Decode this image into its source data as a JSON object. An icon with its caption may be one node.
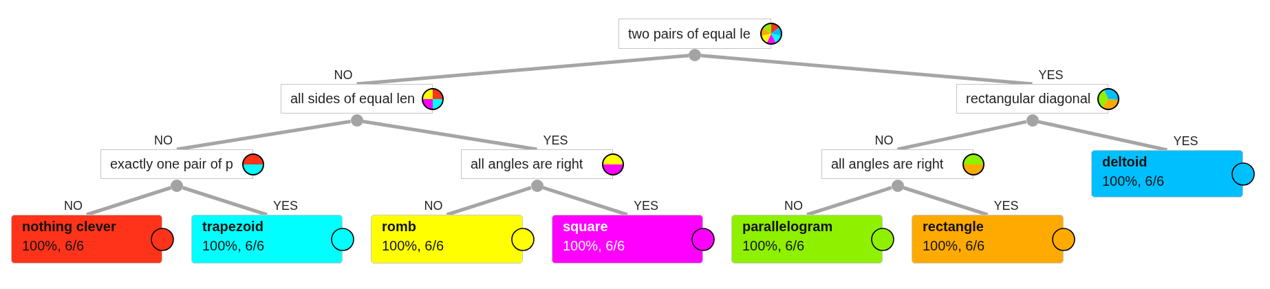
{
  "diagram": {
    "nodes": [
      {
        "text": [
          "two pairs of equal le"
        ]
      },
      {
        "text": [],
        "shape": "circle"
      },
      {
        "text": [
          "all sides of equal len"
        ]
      },
      {
        "text": [
          "rectangular diagonal"
        ]
      },
      {
        "text": [],
        "shape": "circle"
      },
      {
        "text": [],
        "shape": "circle"
      },
      {
        "text": [
          "exactly one pair of p"
        ]
      },
      {
        "text": [
          "all angles are right"
        ]
      },
      {
        "text": [
          "all angles are right"
        ]
      },
      {
        "text": [
          "deltoid",
          "100%, 6/6"
        ]
      },
      {
        "text": [],
        "shape": "circle"
      },
      {
        "text": [],
        "shape": "circle"
      },
      {
        "text": [],
        "shape": "circle"
      },
      {
        "text": [
          "nothing clever",
          "100%, 6/6"
        ]
      },
      {
        "text": [
          "trapezoid",
          "100%, 6/6"
        ]
      },
      {
        "text": [
          "romb",
          "100%, 6/6"
        ]
      },
      {
        "text": [
          "square",
          "100%, 6/6"
        ]
      },
      {
        "text": [
          "parallelogram",
          "100%, 6/6"
        ]
      },
      {
        "text": [
          "rectangle",
          "100%, 6/6"
        ]
      }
    ],
    "edges": [
      {
        "from": 1,
        "to": 2,
        "arrow": "none",
        "label": "NO"
      },
      {
        "from": 1,
        "to": 3,
        "arrow": "none",
        "label": "YES"
      },
      {
        "from": 4,
        "to": 6,
        "arrow": "none",
        "label": "NO"
      },
      {
        "from": 4,
        "to": 7,
        "arrow": "none",
        "label": "YES"
      },
      {
        "from": 5,
        "to": 8,
        "arrow": "none",
        "label": "NO"
      },
      {
        "from": 5,
        "to": 9,
        "arrow": "none",
        "label": "YES"
      },
      {
        "from": 10,
        "to": 13,
        "arrow": "none",
        "label": "NO"
      },
      {
        "from": 10,
        "to": 14,
        "arrow": "none",
        "label": "YES"
      },
      {
        "from": 11,
        "to": 15,
        "arrow": "none",
        "label": "NO"
      },
      {
        "from": 11,
        "to": 16,
        "arrow": "none",
        "label": "YES"
      },
      {
        "from": 12,
        "to": 17,
        "arrow": "none",
        "label": "NO"
      },
      {
        "from": 12,
        "to": 18,
        "arrow": "none",
        "label": "YES"
      }
    ]
  }
}
